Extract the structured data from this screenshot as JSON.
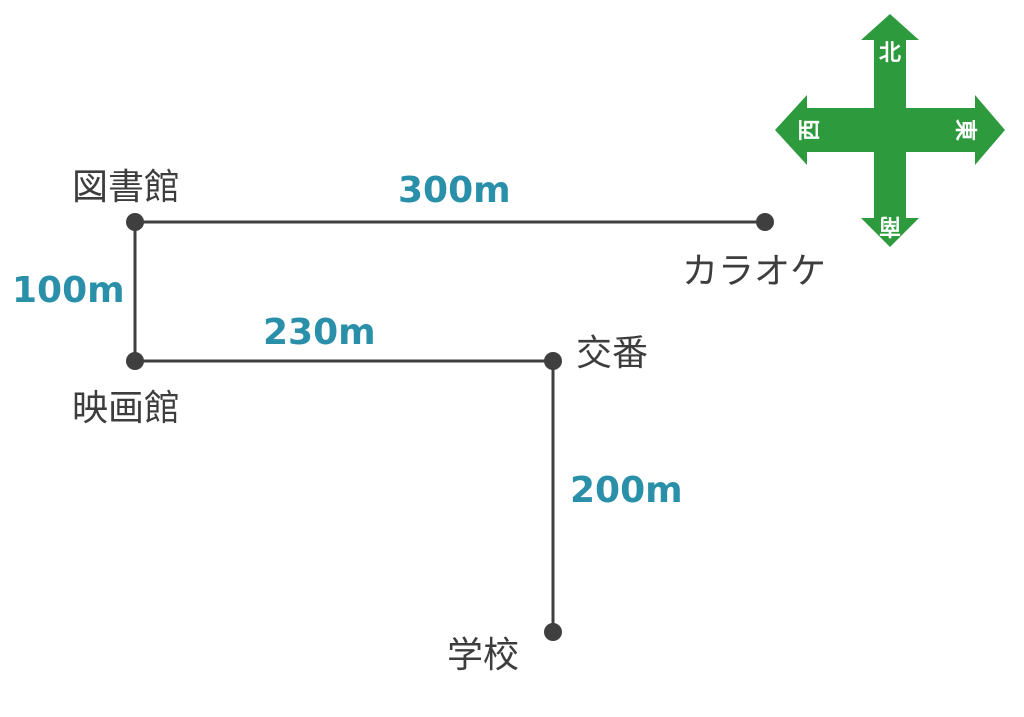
{
  "places": {
    "library": "図書館",
    "karaoke": "カラオケ",
    "cinema": "映画館",
    "police_box": "交番",
    "school": "学校"
  },
  "distances": {
    "library_to_karaoke": "300m",
    "library_to_cinema": "100m",
    "cinema_to_police_box": "230m",
    "police_box_to_school": "200m"
  },
  "compass": {
    "north": "北",
    "south": "南",
    "east": "東",
    "west": "西",
    "color": "#2e9a3e"
  },
  "colors": {
    "road": "#3f3f3f",
    "distance_text": "#2a8fa8",
    "place_text": "#3d3d3d"
  }
}
